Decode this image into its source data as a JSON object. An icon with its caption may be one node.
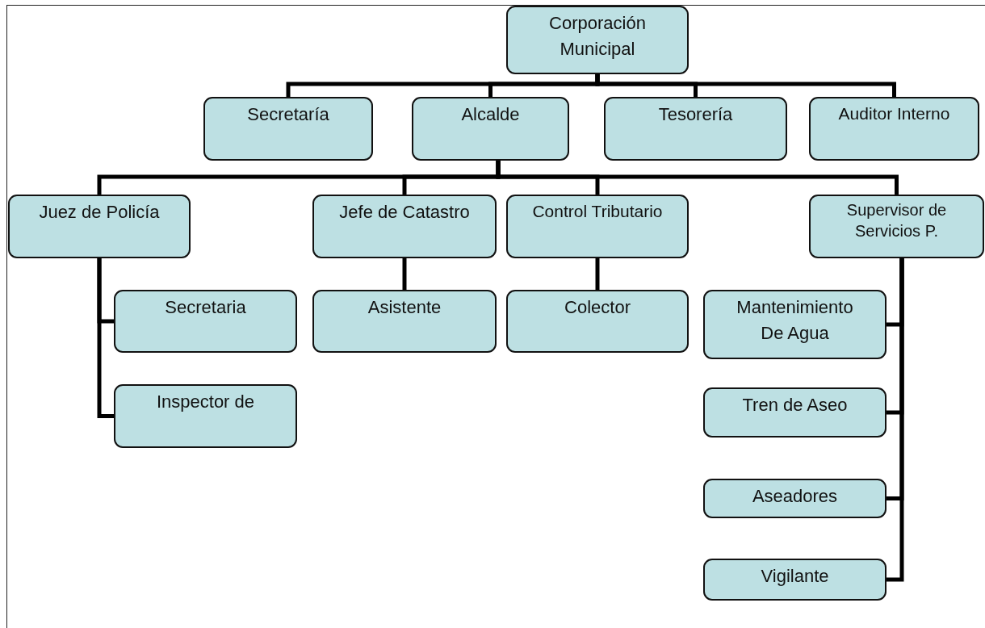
{
  "diagram": {
    "nodes": [
      {
        "text": [
          "Corporación Municipal"
        ]
      },
      {
        "text": [
          "Secretaría"
        ]
      },
      {
        "text": [
          "Alcalde"
        ]
      },
      {
        "text": [
          "Tesorería"
        ]
      },
      {
        "text": [
          "Auditor Interno"
        ]
      },
      {
        "text": [
          "Juez de Policía"
        ]
      },
      {
        "text": [
          "Jefe de Catastro"
        ]
      },
      {
        "text": [
          "Control Tributario"
        ]
      },
      {
        "text": [
          "Supervisor de Servicios P."
        ]
      },
      {
        "text": [
          "Secretaria"
        ]
      },
      {
        "text": [
          "Inspector de"
        ]
      },
      {
        "text": [
          "Asistente"
        ]
      },
      {
        "text": [
          "Colector"
        ]
      },
      {
        "text": [
          "Mantenimiento De Agua"
        ]
      },
      {
        "text": [
          "Tren de Aseo"
        ]
      },
      {
        "text": [
          "Aseadores"
        ]
      },
      {
        "text": [
          "Vigilante"
        ]
      }
    ],
    "edges": [
      {
        "from": 0,
        "to": 1,
        "arrow": "none"
      },
      {
        "from": 0,
        "to": 2,
        "arrow": "none"
      },
      {
        "from": 0,
        "to": 3,
        "arrow": "none"
      },
      {
        "from": 0,
        "to": 4,
        "arrow": "none"
      },
      {
        "from": 2,
        "to": 5,
        "arrow": "none"
      },
      {
        "from": 2,
        "to": 6,
        "arrow": "none"
      },
      {
        "from": 2,
        "to": 7,
        "arrow": "none"
      },
      {
        "from": 2,
        "to": 8,
        "arrow": "none"
      },
      {
        "from": 5,
        "to": 9,
        "arrow": "none"
      },
      {
        "from": 5,
        "to": 10,
        "arrow": "none"
      },
      {
        "from": 6,
        "to": 11,
        "arrow": "none"
      },
      {
        "from": 7,
        "to": 12,
        "arrow": "none"
      },
      {
        "from": 8,
        "to": 13,
        "arrow": "none"
      },
      {
        "from": 8,
        "to": 14,
        "arrow": "none"
      },
      {
        "from": 8,
        "to": 15,
        "arrow": "none"
      },
      {
        "from": 8,
        "to": 16,
        "arrow": "none"
      }
    ]
  }
}
